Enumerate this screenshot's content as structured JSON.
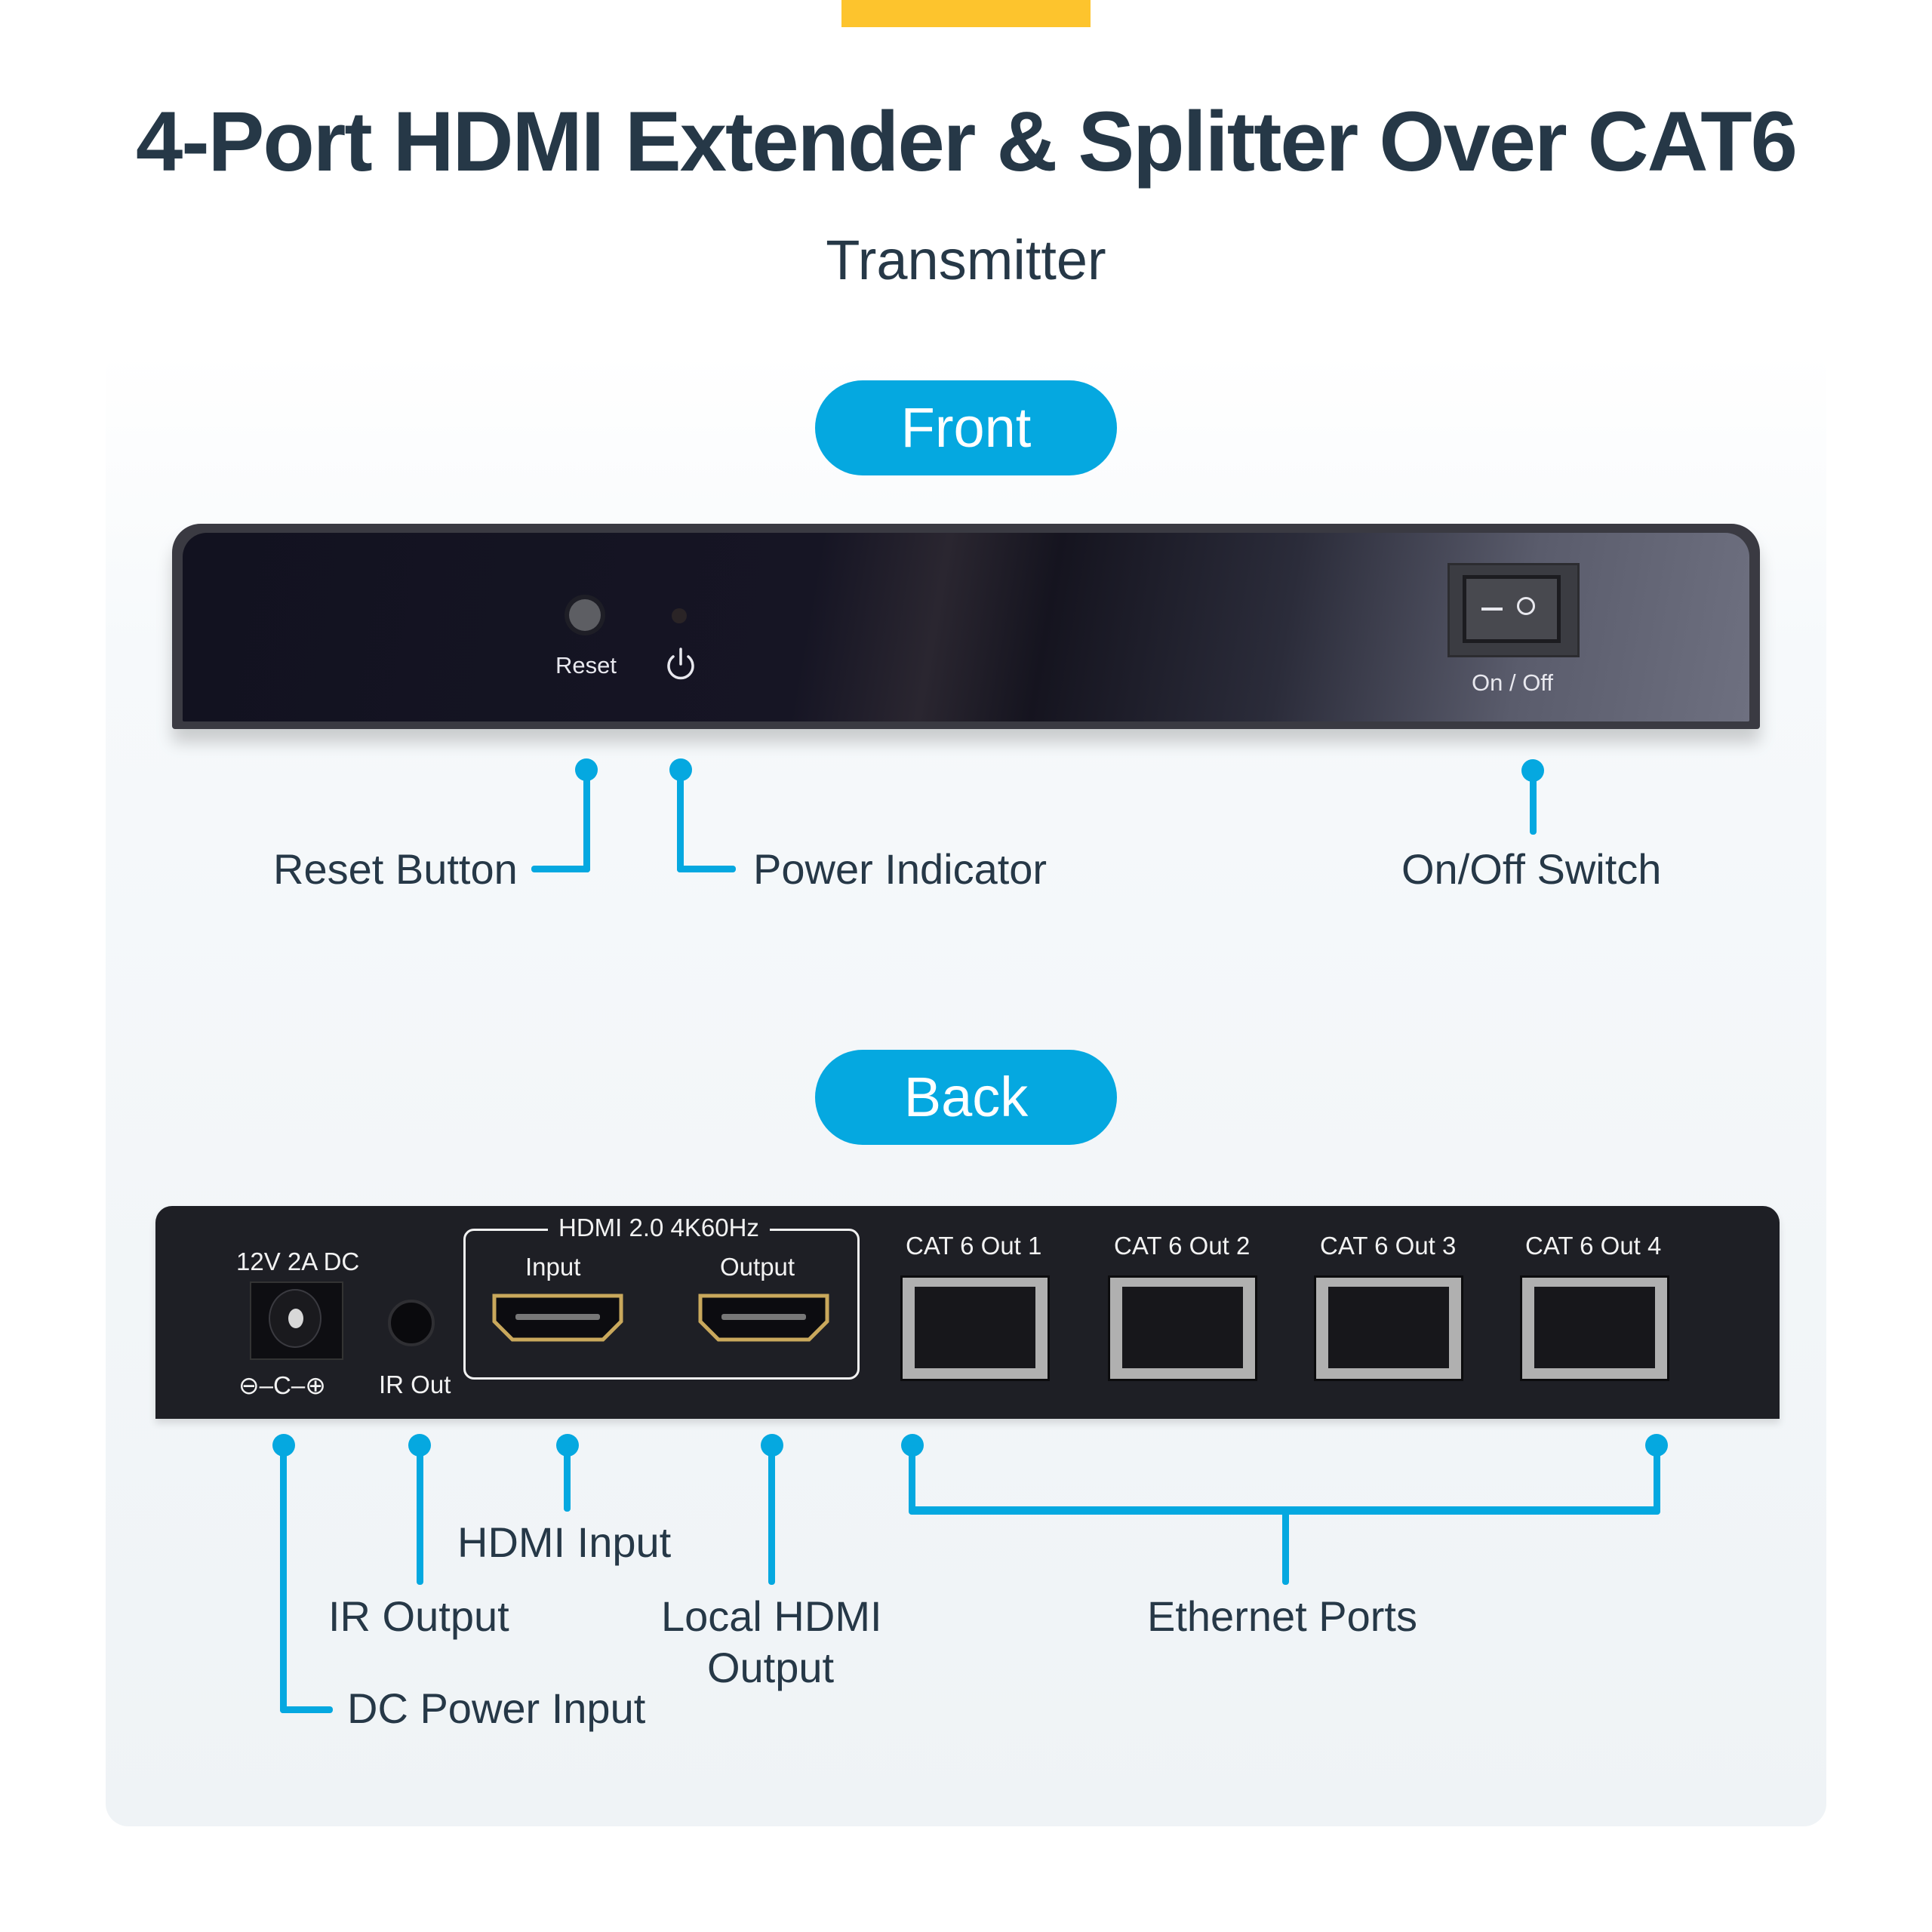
{
  "header": {
    "title": "4-Port HDMI Extender & Splitter Over CAT6",
    "subtitle": "Transmitter"
  },
  "colors": {
    "accent_bar": "#fdc42d",
    "pill": "#05a8e0",
    "callout_line": "#05a8e0",
    "text": "#263847"
  },
  "front": {
    "section_label": "Front",
    "device_labels": {
      "reset": "Reset",
      "onoff": "On / Off",
      "switch_off_symbol": "—",
      "switch_on_symbol": "O"
    },
    "callouts": [
      {
        "label": "Reset Button"
      },
      {
        "label": "Power Indicator"
      },
      {
        "label": "On/Off Switch"
      }
    ]
  },
  "back": {
    "section_label": "Back",
    "device_labels": {
      "dc": "12V 2A DC",
      "polarity": "⊖–C–⊕",
      "ir_out": "IR Out",
      "hdmi_group": "HDMI 2.0 4K60Hz",
      "hdmi_input": "Input",
      "hdmi_output": "Output",
      "cat_ports": [
        "CAT 6 Out 1",
        "CAT 6 Out 2",
        "CAT 6 Out 3",
        "CAT 6 Out 4"
      ]
    },
    "callouts": [
      {
        "label": "DC Power Input"
      },
      {
        "label": "IR Output"
      },
      {
        "label": "HDMI Input"
      },
      {
        "label": "Local HDMI",
        "label2": "Output"
      },
      {
        "label": "Ethernet Ports"
      }
    ]
  }
}
